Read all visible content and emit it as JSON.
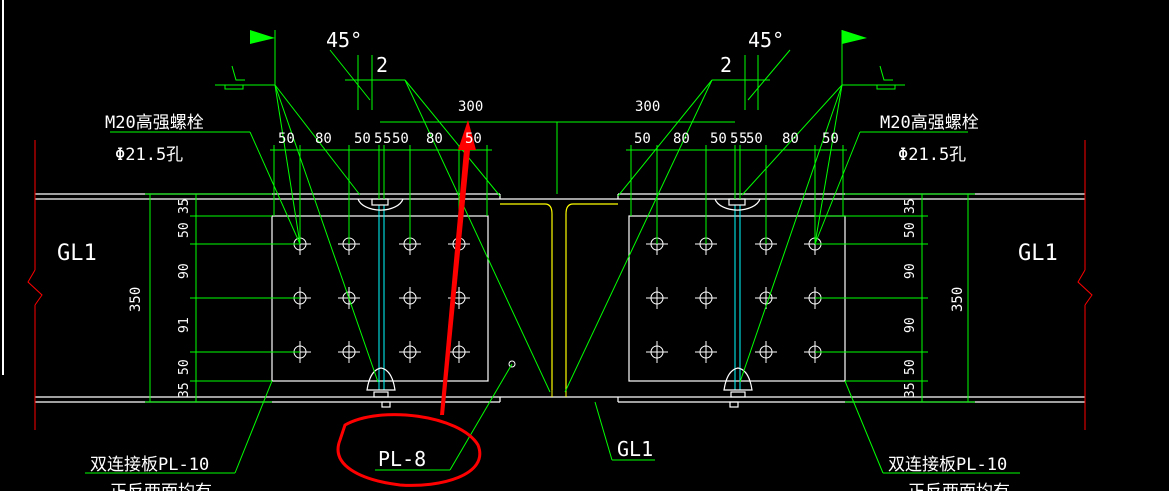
{
  "drawing": {
    "left_beam_label": "GL1",
    "right_beam_label": "GL1",
    "bottom_beam_label": "GL1",
    "plate_label": "PL-8",
    "left_bolt_note_line1": "M20高强螺栓",
    "left_bolt_note_line2": "Φ21.5孔",
    "right_bolt_note_line1": "M20高强螺栓",
    "right_bolt_note_line2": "Φ21.5孔",
    "left_plate_note": "双连接板PL-10",
    "right_plate_note": "双连接板PL-10",
    "left_plate_note_sub": "正反两面均有",
    "right_plate_note_sub": "正反两面均有",
    "left_angle": "45°",
    "right_angle": "45°",
    "left_gap": "2",
    "right_gap": "2",
    "left_overall": "300",
    "right_overall": "300",
    "left_height": "350",
    "right_height": "350",
    "left_horiz_dims": [
      "50",
      "80",
      "50",
      "5",
      "5",
      "50",
      "80",
      "50"
    ],
    "right_horiz_dims": [
      "50",
      "80",
      "50",
      "5",
      "5",
      "50",
      "80",
      "50"
    ],
    "left_vert_dims": [
      "35",
      "50",
      "90",
      "91",
      "50",
      "35"
    ],
    "right_vert_dims": [
      "35",
      "50",
      "90",
      "90",
      "50",
      "35"
    ]
  },
  "colors": {
    "background": "#000000",
    "dimension": "#00ff00",
    "geometry": "#ffffff",
    "annotation": "#ff0000",
    "web": "#00ffff",
    "center": "#ffff00"
  }
}
